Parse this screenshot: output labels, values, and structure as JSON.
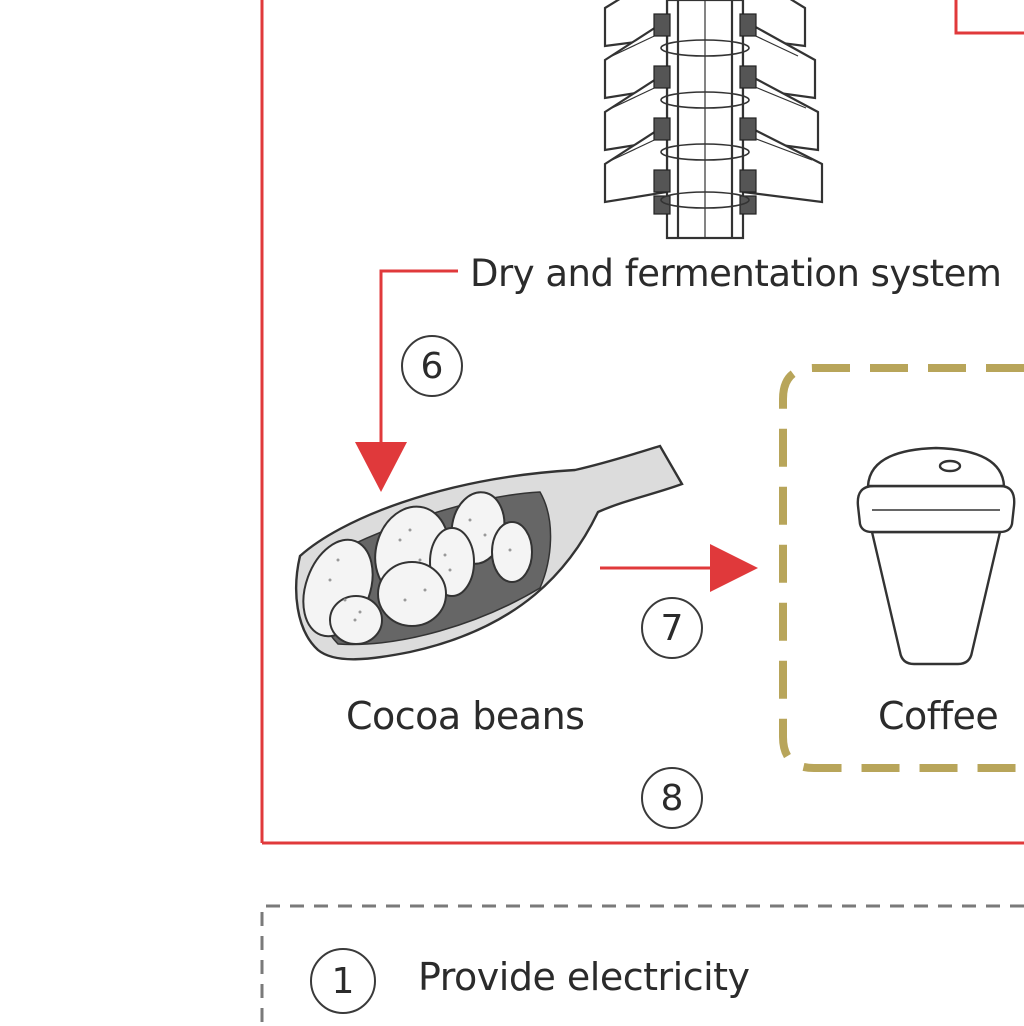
{
  "diagram": {
    "colors": {
      "process_border": "#e0393b",
      "product_border": "#b8a55a",
      "legend_border": "#7a7a7a",
      "stroke": "#3a3a3a"
    },
    "icons": [
      "fermentation-tower-icon",
      "cocoa-pod-icon",
      "coffee-cup-icon"
    ],
    "nodes": {
      "dryer_label": "Dry and fermentation system",
      "cocoa_label": "Cocoa beans",
      "coffee_label": "Coffee"
    },
    "steps": {
      "s6": "6",
      "s7": "7",
      "s8": "8"
    },
    "legend": {
      "items": [
        {
          "number": "1",
          "text": "Provide electricity"
        }
      ]
    }
  }
}
